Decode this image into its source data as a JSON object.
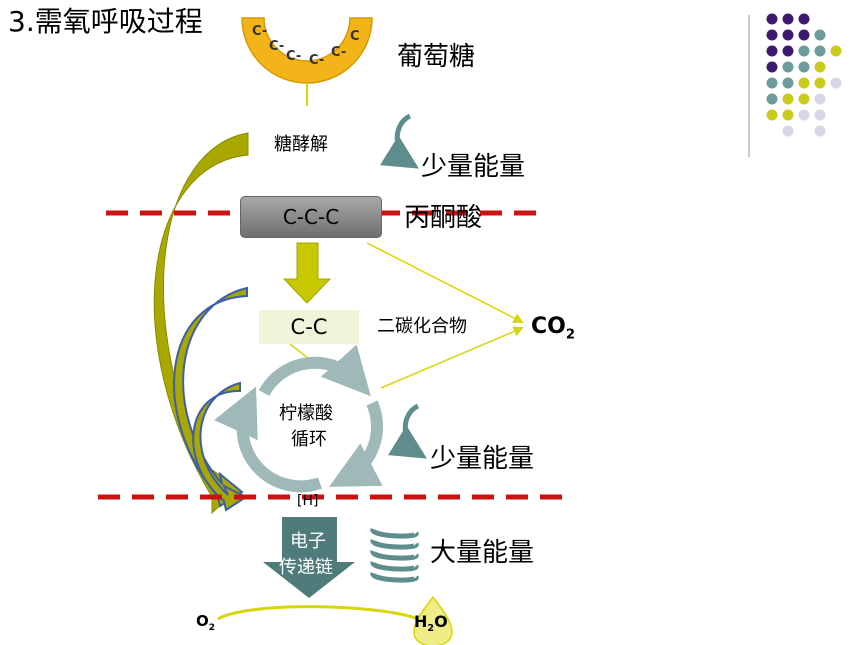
{
  "title": "3.需氧呼吸过程",
  "glucose": {
    "label": "葡萄糖",
    "ring_carbons": [
      "C-",
      "C-",
      "C-",
      "C-",
      "C-",
      "C"
    ]
  },
  "glycolysis": {
    "label": "糖酵解"
  },
  "energy_small_1": "少量能量",
  "pyruvate": {
    "formula": "C-C-C",
    "name": "丙酮酸"
  },
  "two_carbon": {
    "formula": "C-C",
    "name": "二碳化合物"
  },
  "co2": {
    "main": "CO",
    "sub": "2"
  },
  "citric_cycle": {
    "line1": "柠檬酸",
    "line2": "循环"
  },
  "energy_small_2": "少量能量",
  "hydrogen": "[H]",
  "etc": {
    "line1": "电子",
    "line2": "传递链"
  },
  "energy_large": "大量能量",
  "o2": {
    "main": "O",
    "sub": "2"
  },
  "h2o": {
    "pre": "H",
    "sub": "2",
    "post": "O"
  },
  "colors": {
    "glucose_ring": "#f2b418",
    "olive_arrow": "#a8a800",
    "yellow_arrow": "#d6d60a",
    "teal": "#5f8c8c",
    "dashed_line": "#cc1111",
    "dots": [
      "#3d1a6e",
      "#6e9b9b",
      "#c9cc1a",
      "#d9d6e8"
    ]
  }
}
